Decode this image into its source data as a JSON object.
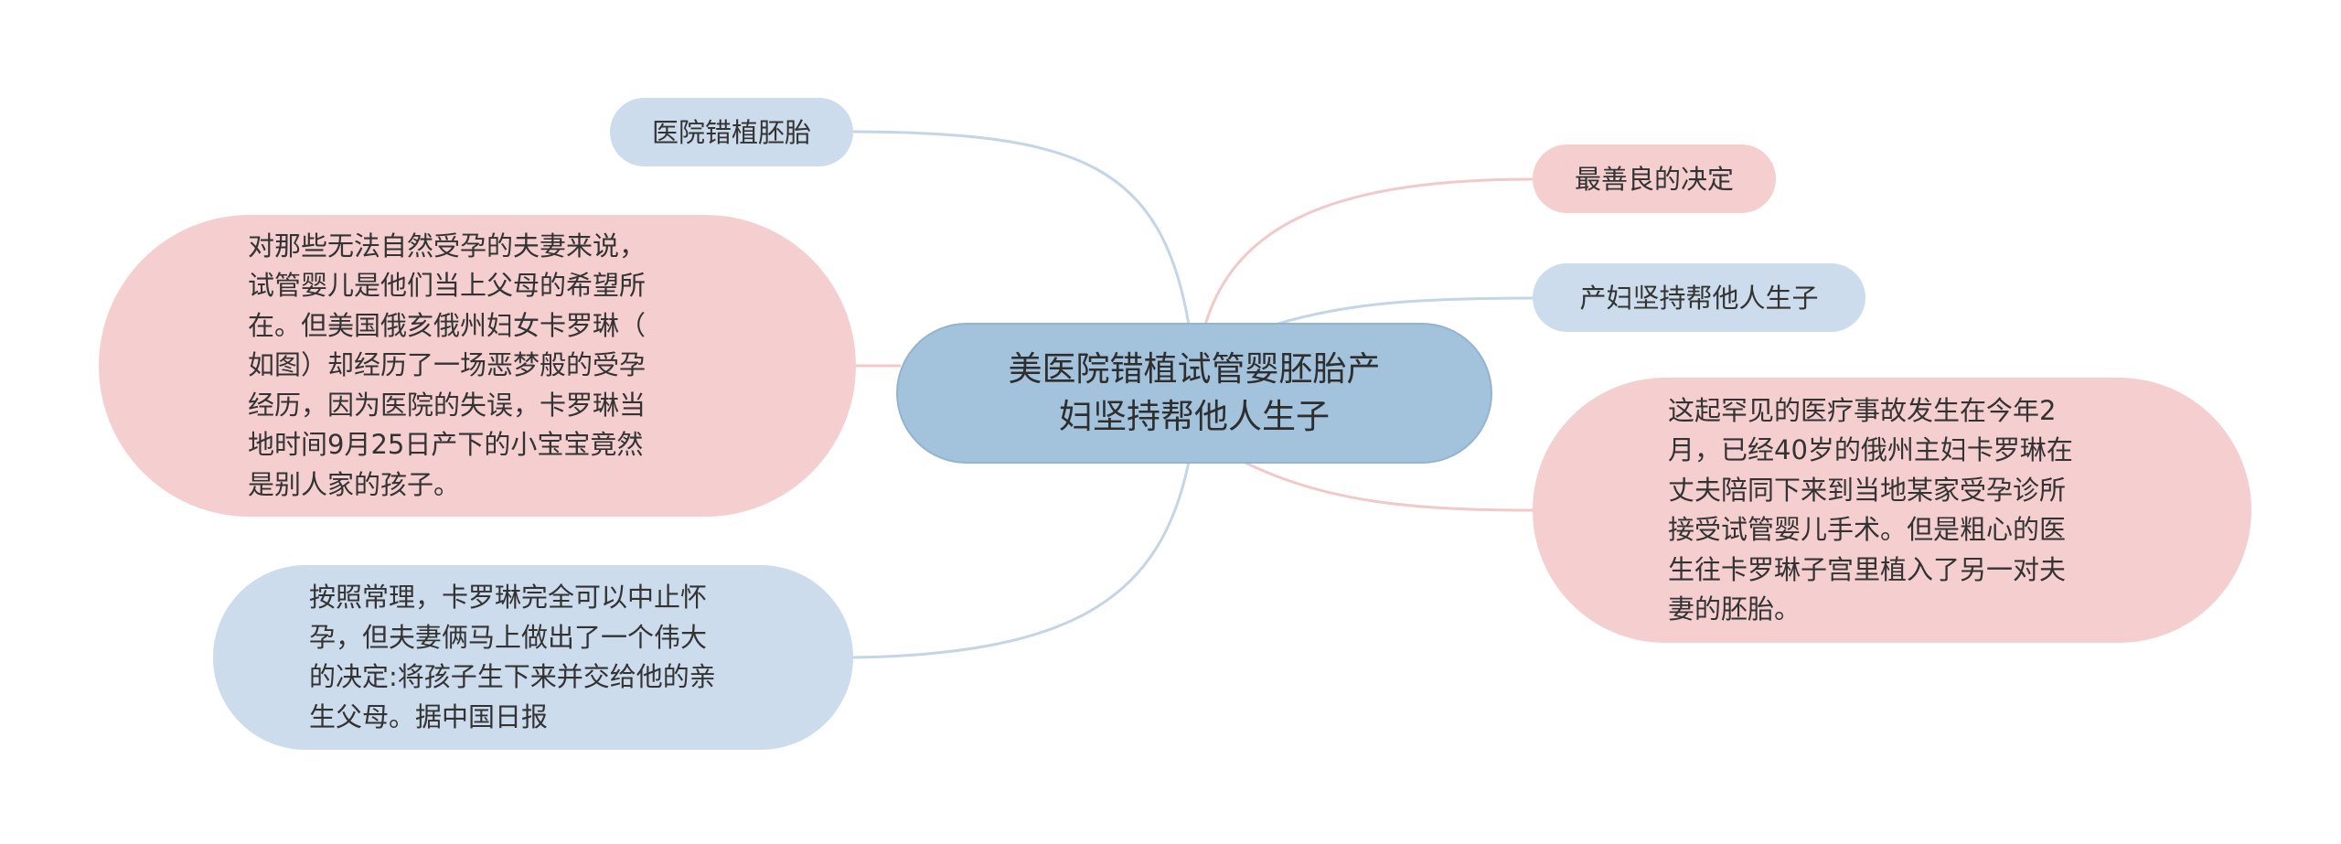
{
  "root": {
    "title": "美医院错植试管婴胚胎产\n妇坚持帮他人生子",
    "color": "#a3c2dc"
  },
  "topics": {
    "hospital": "医院错植胚胎",
    "kind_decision": "最善良的决定",
    "insist": "产妇坚持帮他人生子"
  },
  "details": {
    "left_top": "对那些无法自然受孕的夫妻来说，\n试管婴儿是他们当上父母的希望所\n在。但美国俄亥俄州妇女卡罗琳（\n如图）却经历了一场恶梦般的受孕\n经历，因为医院的失误，卡罗琳当\n地时间9月25日产下的小宝宝竟然\n是别人家的孩子。",
    "left_bottom": "按照常理，卡罗琳完全可以中止怀\n孕，但夫妻俩马上做出了一个伟大\n的决定:将孩子生下来并交给他的亲\n生父母。据中国日报",
    "right": "这起罕见的医疗事故发生在今年2\n月，已经40岁的俄州主妇卡罗琳在\n丈夫陪同下来到当地某家受孕诊所\n接受试管婴儿手术。但是粗心的医\n生往卡罗琳子宫里植入了另一对夫\n妻的胚胎。"
  },
  "colors": {
    "blue_node": "#ccdcec",
    "pink_node": "#f5cfd0",
    "blue_line": "#c3d5e6",
    "pink_line": "#f2c8c9"
  }
}
